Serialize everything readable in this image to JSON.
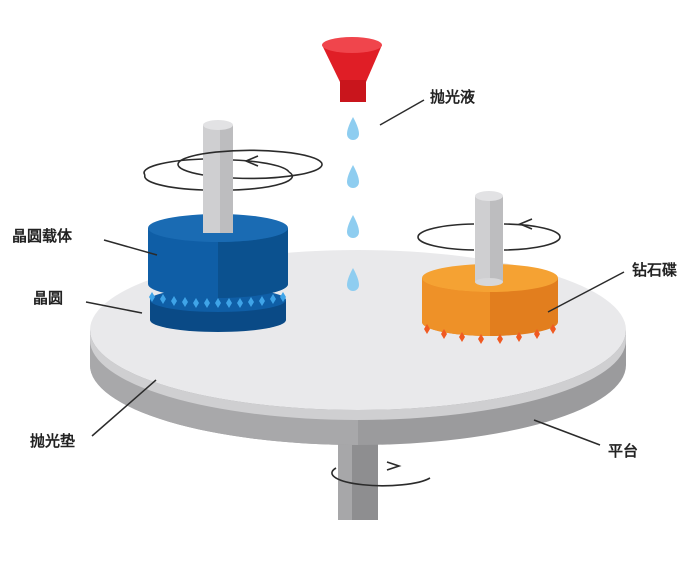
{
  "labels": {
    "polishing_liquid": "抛光液",
    "wafer_carrier": "晶圆载体",
    "wafer": "晶圆",
    "diamond_disc": "钻石碟",
    "polishing_pad": "抛光垫",
    "platen": "平台"
  },
  "colors": {
    "nozzle": "#e01e26",
    "droplet": "#8ecdf0",
    "carrier_blue": "#0f5ea6",
    "carrier_dark": "#0a4a86",
    "wafer_spark": "#3fa4e8",
    "disc_orange": "#f5a233",
    "disc_dark": "#e27e1e",
    "disc_spark": "#f05a22",
    "pad_top": "#e9e9eb",
    "pad_side": "#9b9b9d",
    "shaft": "#cfcfd1",
    "line": "#2b2b2b"
  }
}
